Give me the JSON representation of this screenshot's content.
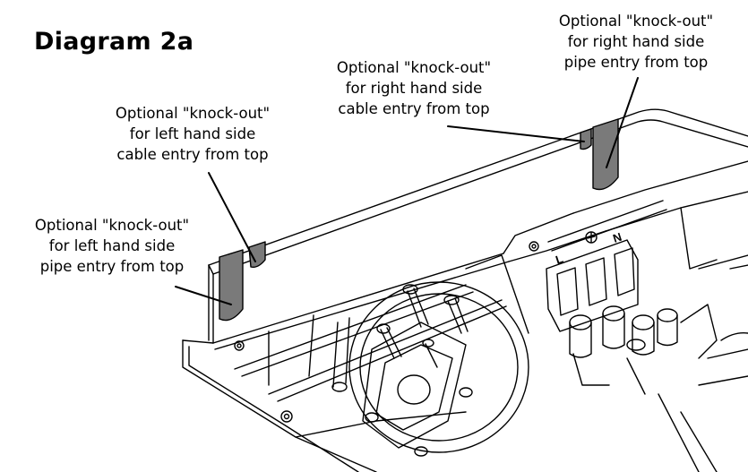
{
  "diagram": {
    "title": "Diagram 2a",
    "callouts": {
      "left_cable": [
        "Optional \"knock-out\"",
        "for left hand side",
        "cable entry from top"
      ],
      "left_pipe": [
        "Optional \"knock-out\"",
        "for left hand side",
        "pipe entry from top"
      ],
      "right_cable": [
        "Optional \"knock-out\"",
        "for right hand side",
        "cable entry from top"
      ],
      "right_pipe": [
        "Optional \"knock-out\"",
        "for right hand side",
        "pipe entry from top"
      ]
    },
    "terminal_labels": [
      "L",
      "N"
    ],
    "knockout_color": "#7a7a7a",
    "line_color": "#000000"
  }
}
